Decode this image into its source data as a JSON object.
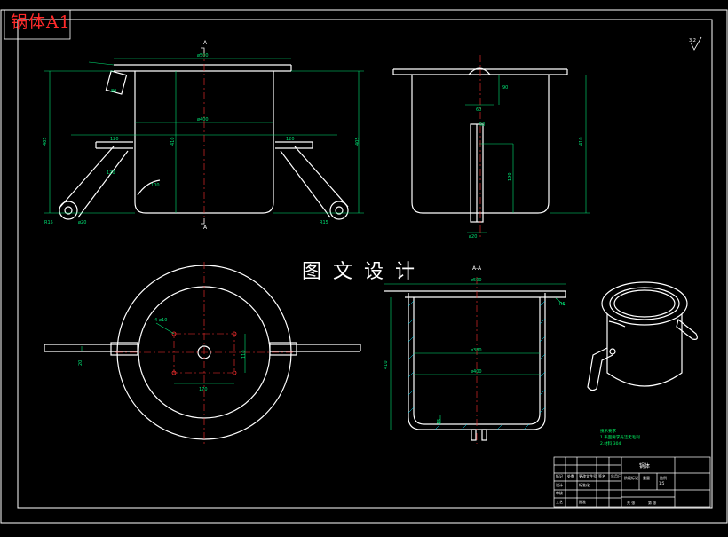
{
  "sheet_title": "锅体A1",
  "watermark": "图文设计",
  "section_marker": "A",
  "section_label": "A-A",
  "roughness": "3.2",
  "dims": {
    "top_dia_front": "ø500",
    "inner_dia_front": "ø400",
    "height_total": "405",
    "height_mid": "410",
    "handle_width": "120",
    "handle_angle": "120",
    "handle_r": "100",
    "handle_offset": "80",
    "boss_dia": "ø20",
    "r15": "R15",
    "a50": "50",
    "a90": "90",
    "d60": "60",
    "d190": "190",
    "plan_dims": "4-ø10",
    "plan_170": "170",
    "plan_110": "110",
    "plan_20": "20",
    "aa_top": "ø500",
    "aa_inner1": "ø380",
    "aa_inner2": "ø400",
    "aa_height": "410",
    "aa_r": "R5",
    "aa_bottom": "15"
  },
  "notes": [
    "技术要求",
    "1.表面要求光洁无毛刺",
    "2.材料 304"
  ],
  "title_block": {
    "part_name": "锅体",
    "scale": "1:5",
    "cells": [
      "标记",
      "处数",
      "分区",
      "更改文件号",
      "签名",
      "年月日",
      "设计",
      "标准化",
      "审核",
      "工艺",
      "批准",
      "阶段标记",
      "重量",
      "比例",
      "共 张",
      "第 张"
    ]
  },
  "colors": {
    "outline": "#ffffff",
    "dimension": "#00e676",
    "center": "#ff3030",
    "hatch": "#00e5ff",
    "label": "#ff2a2a",
    "section": "#ff40ff",
    "note": "#00ff66"
  }
}
